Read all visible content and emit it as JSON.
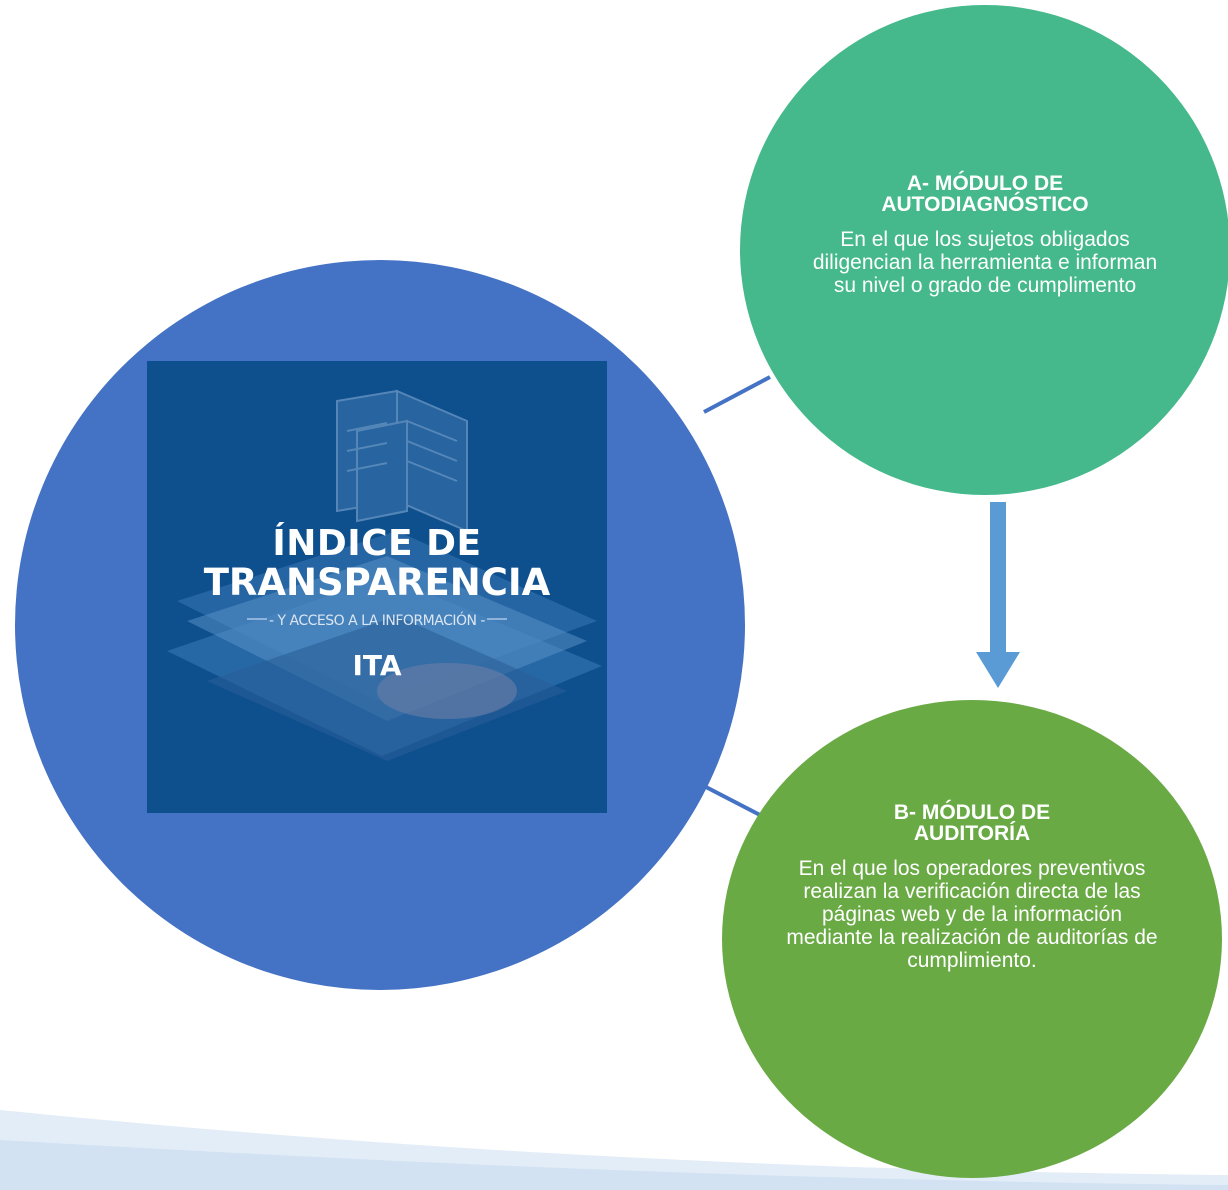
{
  "logo": {
    "line1": "ÍNDICE DE",
    "line2": "TRANSPARENCIA",
    "subtitle": "- Y ACCESO A LA INFORMACIÓN -",
    "acronym": "ITA"
  },
  "modules": [
    {
      "title_line1": "A- MÓDULO DE",
      "title_line2": "AUTODIAGNÓSTICO",
      "description": "En el que los sujetos obligados diligencian la herramienta e informan su nivel o grado de cumplimento",
      "color": "#45b98b"
    },
    {
      "title_line1": "B- MÓDULO DE",
      "title_line2": "AUDITORÍA",
      "description": "En el que los operadores preventivos realizan la verificación directa de las páginas web y de la información mediante la realización de auditorías de cumplimiento.",
      "color": "#6aaa45"
    }
  ],
  "colors": {
    "main_circle": "#4472c4",
    "logo_background": "#0e4f8d",
    "arrow": "#5b9bd5",
    "connector": "#4472c4"
  }
}
